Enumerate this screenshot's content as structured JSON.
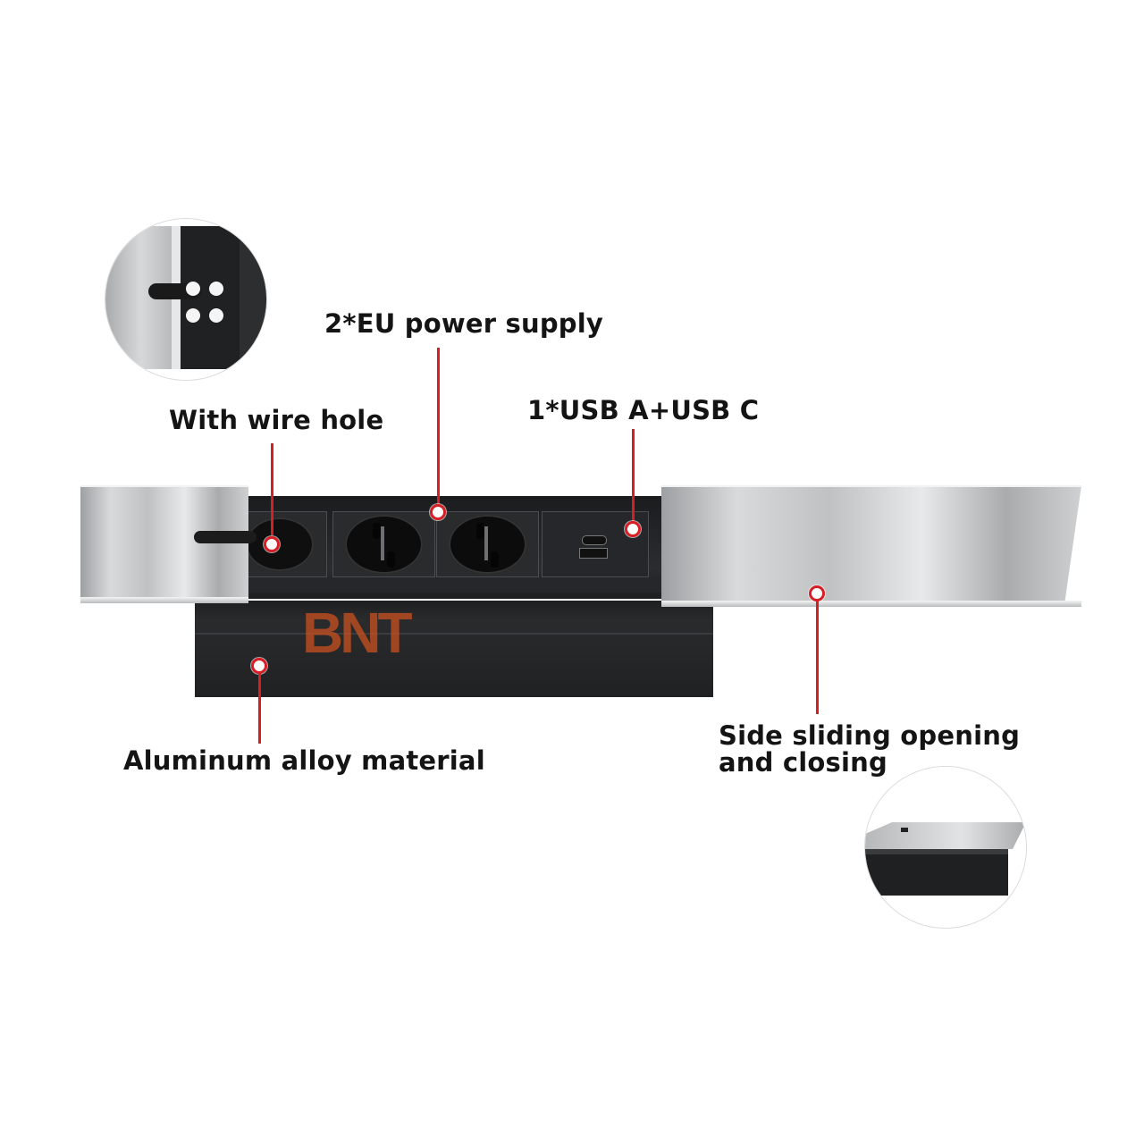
{
  "callouts": {
    "power": "2*EU power supply",
    "usb": "1*USB A+USB C",
    "wire_hole": "With wire hole",
    "material": "Aluminum alloy material",
    "sliding_line1": "Side sliding opening",
    "sliding_line2": "and closing"
  },
  "brand_watermark": "BNT",
  "colors": {
    "callout_line": "#d81e25",
    "housing": "#232426",
    "cover": "#c9cbcc"
  }
}
